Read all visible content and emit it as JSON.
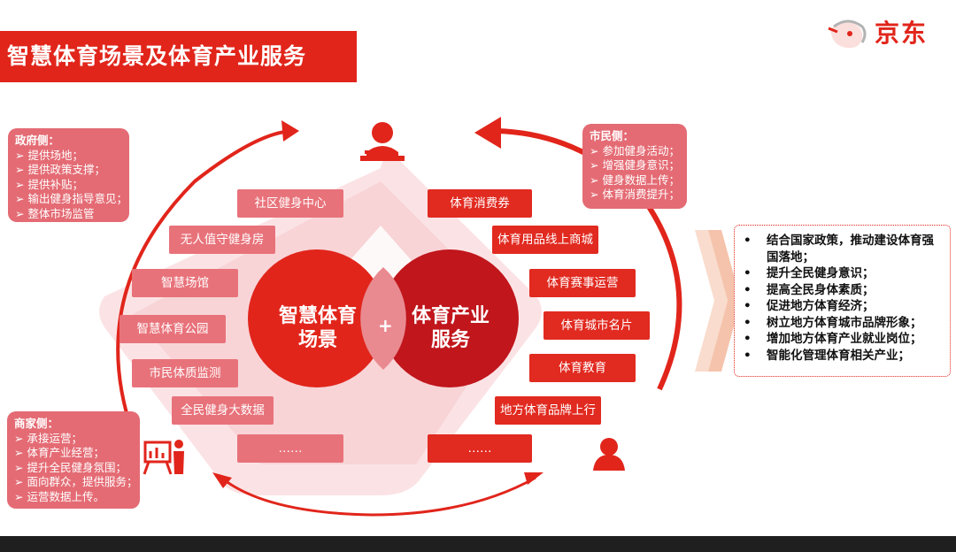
{
  "page": {
    "title": "智慧体育场景及体育产业服务",
    "logo_text": "京东"
  },
  "center": {
    "left_circle": "智慧体育\n场景",
    "right_circle": "体育产业\n服务",
    "plus": "+"
  },
  "left_items": [
    "社区健身中心",
    "无人值守健身房",
    "智慧场馆",
    "智慧体育公园",
    "市民体质监测",
    "全民健身大数据",
    "……"
  ],
  "right_items": [
    "体育消费券",
    "体育用品线上商城",
    "体育赛事运营",
    "体育城市名片",
    "体育教育",
    "地方体育品牌上行",
    "……"
  ],
  "gov": {
    "header": "政府侧：",
    "items": [
      "提供场地；",
      "提供政策支撑；",
      "提供补贴；",
      "输出健身指导意见；",
      "整体市场监管"
    ]
  },
  "citizen": {
    "header": "市民侧：",
    "items": [
      "参加健身活动；",
      "增强健身意识；",
      "健身数据上传；",
      "体育消费提升；"
    ]
  },
  "merchant": {
    "header": "商家侧：",
    "items": [
      "承接运营；",
      "体育产业经营；",
      "提升全民健身氛围；",
      "面向群众，提供服务；",
      "运营数据上传。"
    ]
  },
  "results": [
    "结合国家政策，推动建设体育强国落地；",
    "提升全民健身意识；",
    "提高全民身体素质；",
    "促进地方体育经济；",
    "树立地方体育城市品牌形象；",
    "增加地方体育产业就业岗位；",
    "智能化管理体育相关产业；"
  ],
  "colors": {
    "brand_red": "#e1251b",
    "dark_red": "#c0161c",
    "pink": "#e8727a",
    "light_pink": "#f6c9cc"
  },
  "icons": {
    "gov": "podium-speaker-icon",
    "citizen": "person-icon",
    "merchant": "presentation-icon",
    "arrows": "chevron-right-icon",
    "logo": "dog-mascot-icon"
  }
}
